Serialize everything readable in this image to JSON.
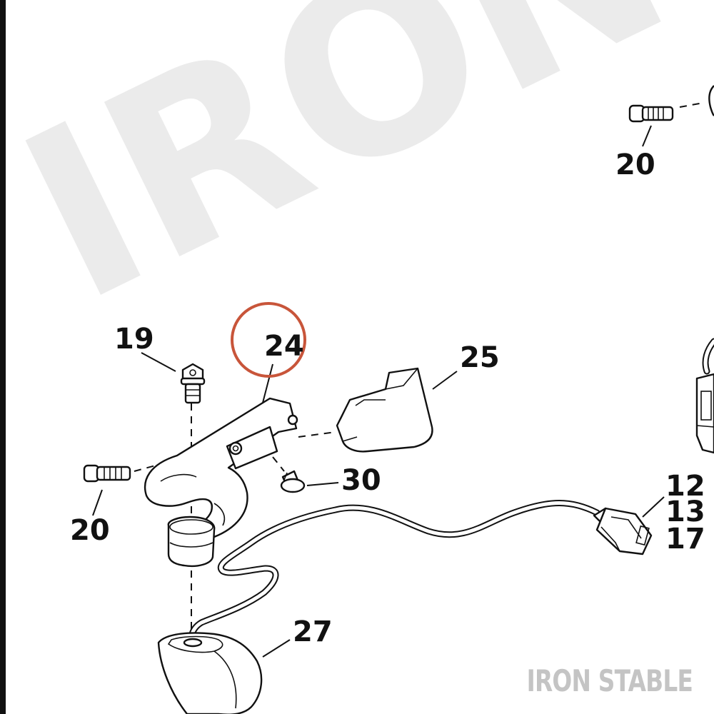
{
  "watermark": {
    "text": "IRON",
    "color": "#ebebeb"
  },
  "callouts": {
    "c19": "19",
    "c20_top": "20",
    "c20_left": "20",
    "c24": "24",
    "c25": "25",
    "c30": "30",
    "c12": "12",
    "c13": "13",
    "c17": "17",
    "c27": "27"
  },
  "highlight": {
    "target": "24",
    "color": "#c8553a"
  },
  "brand": {
    "text": "IRON STABLE",
    "color": "#c4c4c4"
  }
}
